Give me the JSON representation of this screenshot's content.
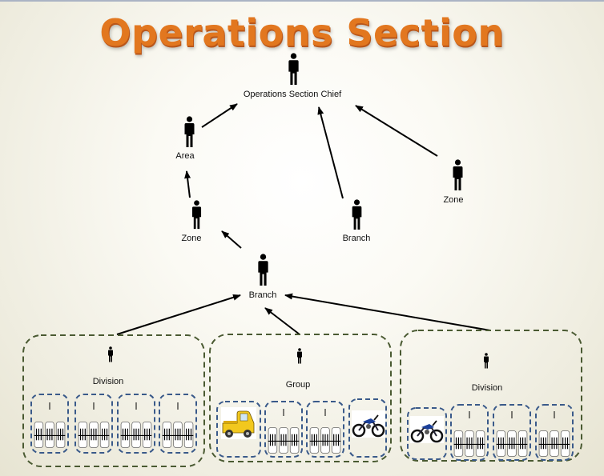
{
  "title": "Operations Section",
  "labels": {
    "chief": "Operations Section Chief",
    "area": "Area",
    "zone_left": "Zone",
    "zone_right": "Zone",
    "branch_right": "Branch",
    "branch_center": "Branch",
    "division_left": "Division",
    "group": "Group",
    "division_right": "Division"
  },
  "colors": {
    "title": "#e2771f",
    "group_border": "#4a5a32",
    "unit_border": "#3a5a8a",
    "arrow": "#000000"
  },
  "icons": {
    "person": "person-icon",
    "crew": "crew-icon",
    "truck": "pickup-truck-icon",
    "motorcycle": "motorcycle-icon"
  }
}
